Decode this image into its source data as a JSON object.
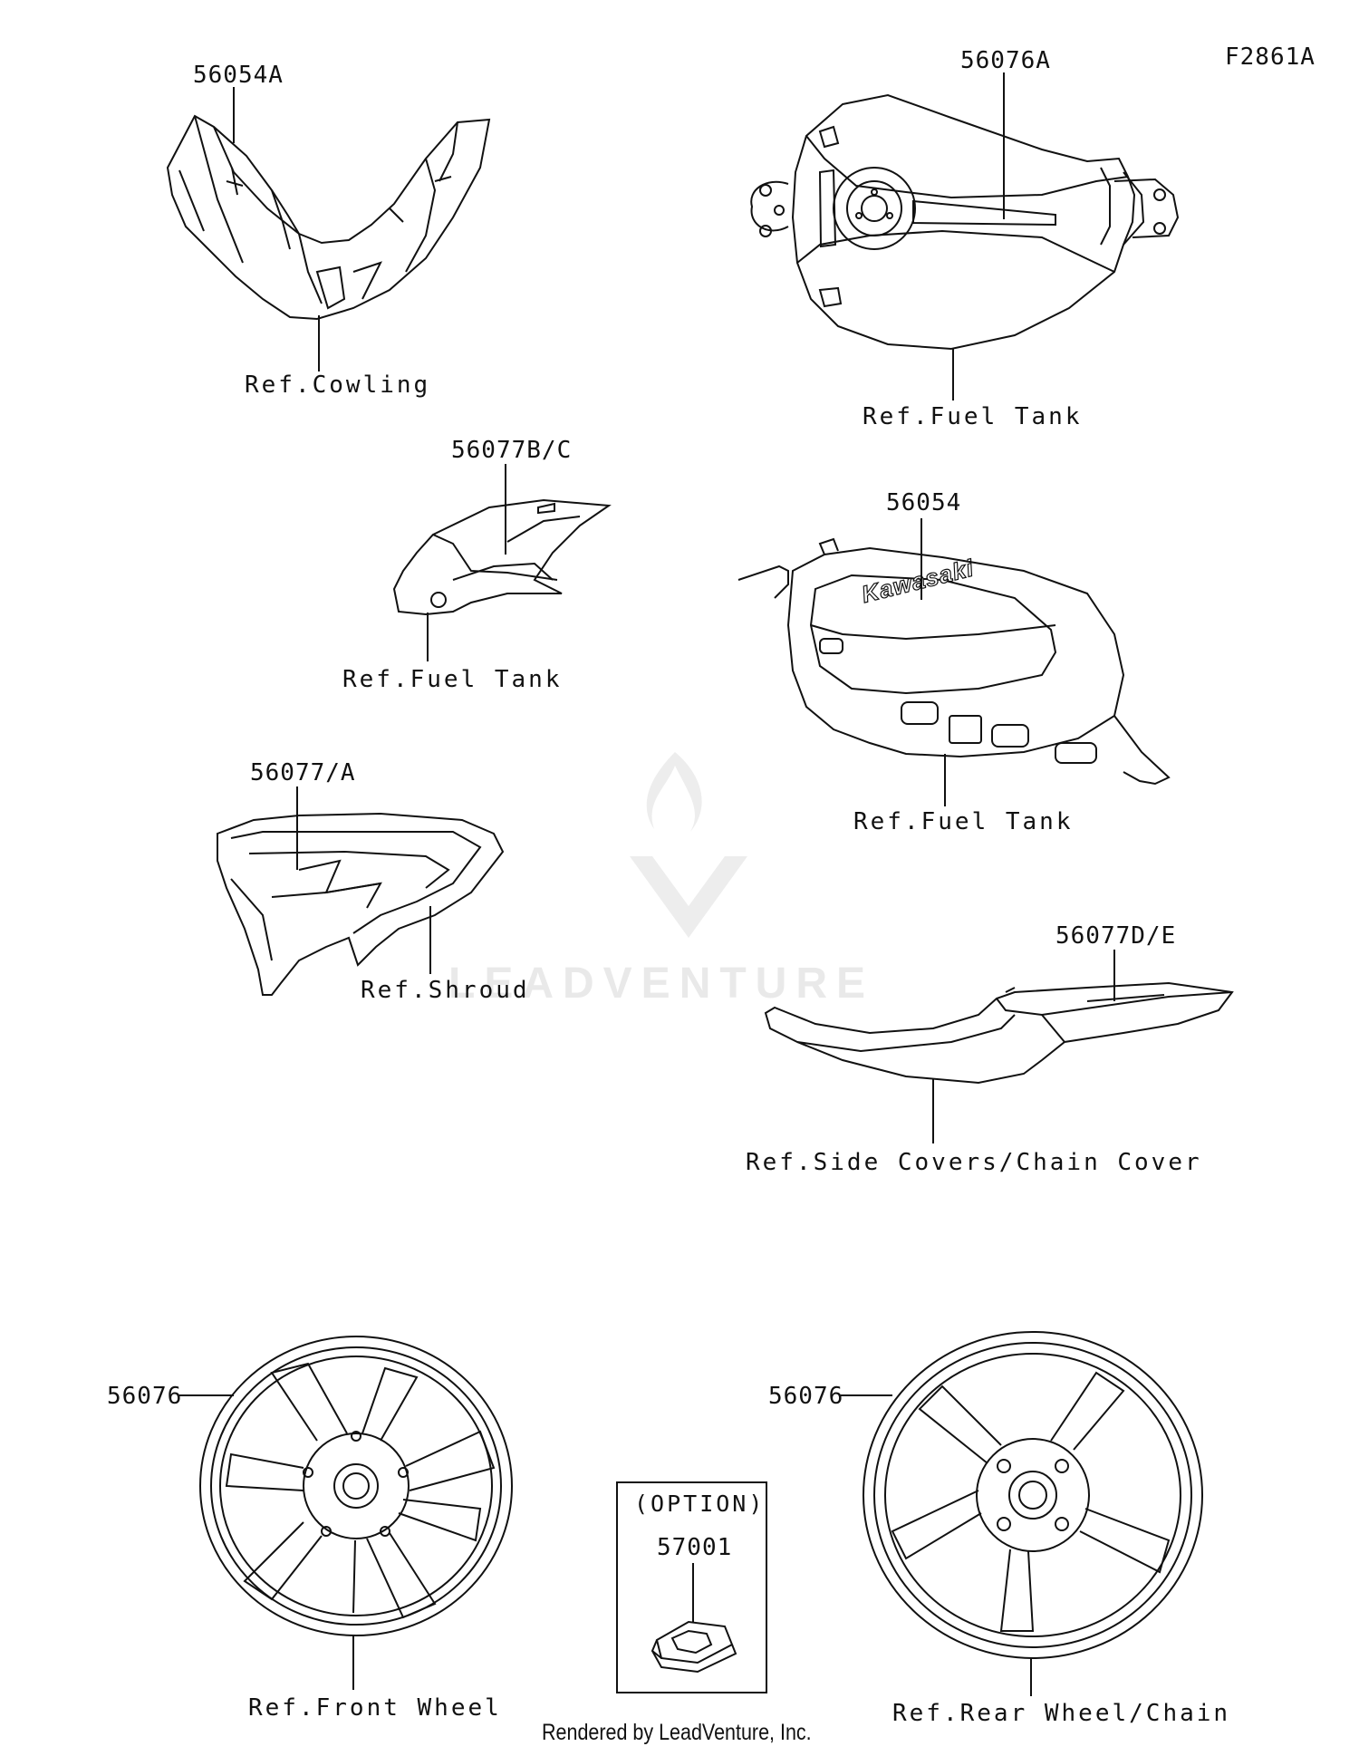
{
  "figure_code": "F2861A",
  "parts": {
    "cowling_decal": {
      "part_number": "56054A",
      "ref": "Ref.Cowling"
    },
    "fuel_tank_top": {
      "part_number": "56076A",
      "ref": "Ref.Fuel Tank"
    },
    "fuel_tank_shroud_side": {
      "part_number": "56077B/C",
      "ref": "Ref.Fuel Tank"
    },
    "fuel_tank_kawasaki": {
      "part_number": "56054",
      "ref": "Ref.Fuel Tank",
      "emblem_text": "Kawasaki"
    },
    "shroud": {
      "part_number": "56077/A",
      "ref": "Ref.Shroud"
    },
    "side_cover": {
      "part_number": "56077D/E",
      "ref": "Ref.Side Covers/Chain Cover"
    },
    "front_wheel": {
      "part_number": "56076",
      "ref": "Ref.Front Wheel"
    },
    "rear_wheel": {
      "part_number": "56076",
      "ref": "Ref.Rear Wheel/Chain"
    },
    "option": {
      "title": "(OPTION)",
      "part_number": "57001"
    }
  },
  "watermark": "LEADVENTURE",
  "footer": "Rendered by LeadVenture, Inc."
}
